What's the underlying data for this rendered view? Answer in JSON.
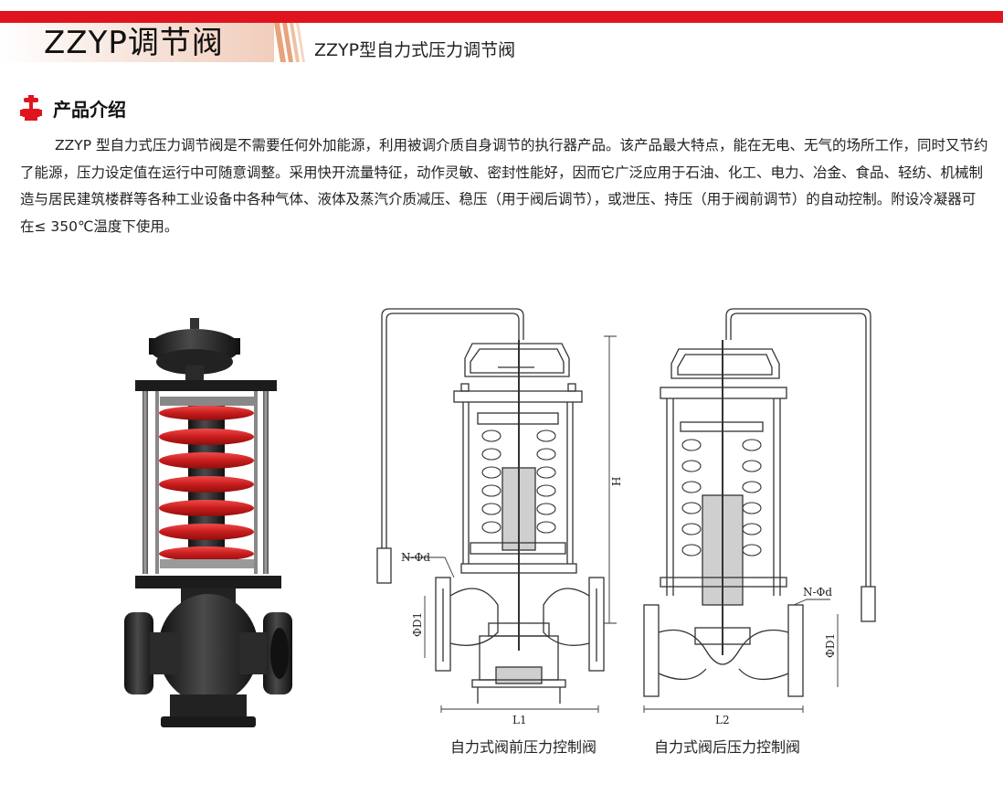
{
  "header": {
    "title": "ZZYP调节阀",
    "subtitle": "ZZYP型自力式压力调节阀",
    "accent_color": "#e0141e"
  },
  "section": {
    "icon": "valve-icon",
    "title": "产品介绍"
  },
  "intro": {
    "text": "ZZYP 型自力式压力调节阀是不需要任何外加能源，利用被调介质自身调节的执行器产品。该产品最大特点，能在无电、无气的场所工作，同时又节约了能源，压力设定值在运行中可随意调整。采用快开流量特征，动作灵敏、密封性能好，因而它广泛应用于石油、化工、电力、冶金、食品、轻纺、机械制造与居民建筑楼群等各种工业设备中各种气体、液体及蒸汽介质减压、稳压（用于阀后调节），或泄压、持压（用于阀前调节）的自动控制。附设冷凝器可在≤ 350℃温度下使用。"
  },
  "drawing": {
    "front_labels": {
      "n_phi_d": "N-Φd",
      "phi_d1": "ΦD1",
      "length": "L1",
      "height": "H"
    },
    "rear_labels": {
      "n_phi_d": "N-Φd",
      "phi_d1": "ΦD1",
      "length": "L2"
    }
  },
  "captions": {
    "before": "自力式阀前压力控制阀",
    "after": "自力式阀后压力控制阀"
  }
}
